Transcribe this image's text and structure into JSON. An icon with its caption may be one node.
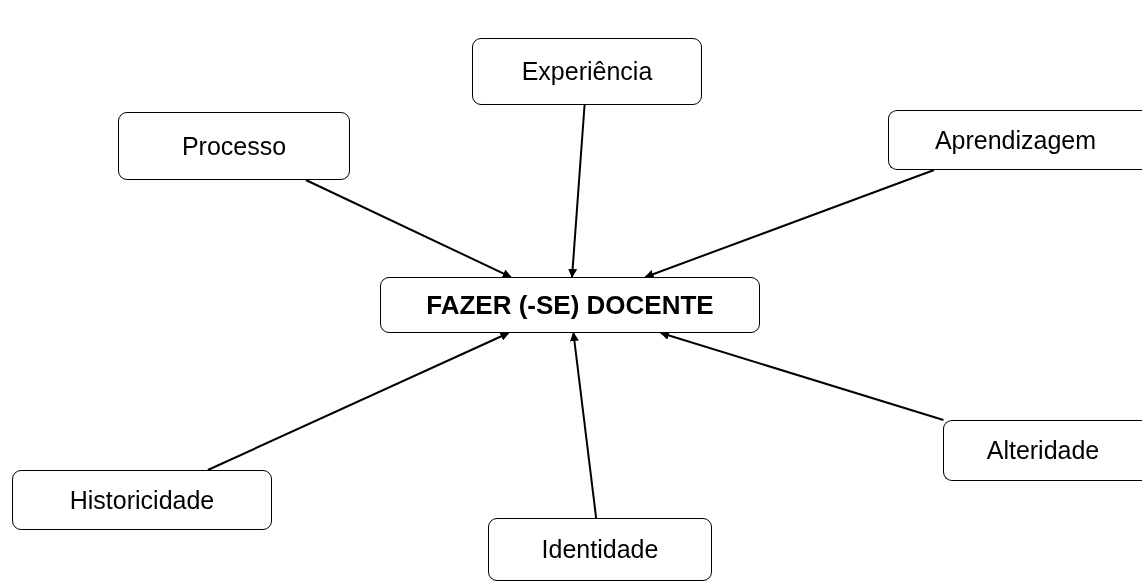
{
  "diagram": {
    "nodes": [
      {
        "text": [
          "Experiência"
        ]
      },
      {
        "text": [
          "Processo"
        ]
      },
      {
        "text": [
          "Aprendizagem"
        ]
      },
      {
        "text": [
          "FAZER (-SE) DOCENTE"
        ]
      },
      {
        "text": [
          "Alteridade"
        ]
      },
      {
        "text": [
          "Historicidade"
        ]
      },
      {
        "text": [
          "Identidade"
        ]
      }
    ],
    "edges": [
      {
        "from": 0,
        "to": 3,
        "arrow": "to"
      },
      {
        "from": 1,
        "to": 3,
        "arrow": "to"
      },
      {
        "from": 2,
        "to": 3,
        "arrow": "to"
      },
      {
        "from": 4,
        "to": 3,
        "arrow": "to"
      },
      {
        "from": 5,
        "to": 3,
        "arrow": "to"
      },
      {
        "from": 6,
        "to": 3,
        "arrow": "to"
      }
    ]
  }
}
